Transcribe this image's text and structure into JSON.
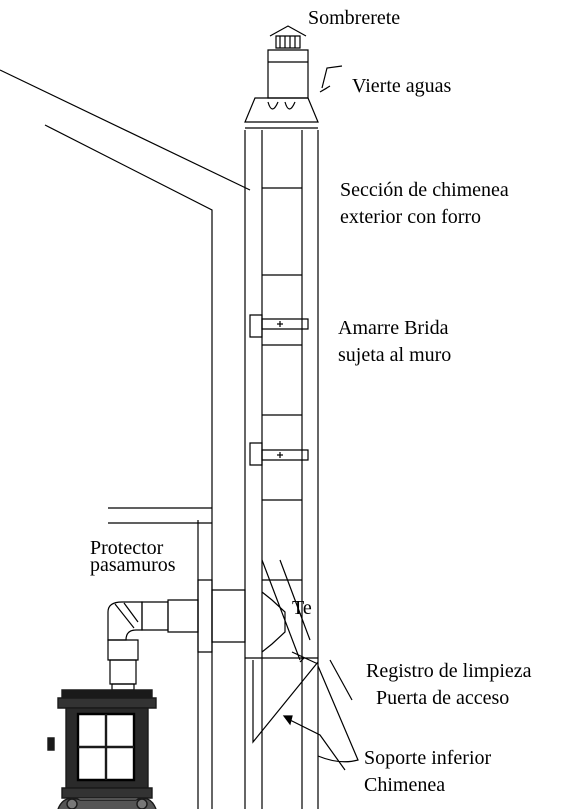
{
  "labels": {
    "sombrerete": "Sombrerete",
    "vierte_aguas": "Vierte aguas",
    "seccion_line1": "Sección de chimenea",
    "seccion_line2": "exterior con forro",
    "amarre_line1": "Amarre Brida",
    "amarre_line2": "sujeta al muro",
    "protector_line1": "Protector",
    "protector_line2": "pasamuros",
    "te": "Te",
    "registro": "Registro de limpieza",
    "puerta": "Puerta de acceso",
    "soporte_line1": "Soporte inferior",
    "soporte_line2": "Chimenea"
  },
  "colors": {
    "line": "#000000",
    "stove": "#1a1a1a",
    "background": "#ffffff"
  }
}
